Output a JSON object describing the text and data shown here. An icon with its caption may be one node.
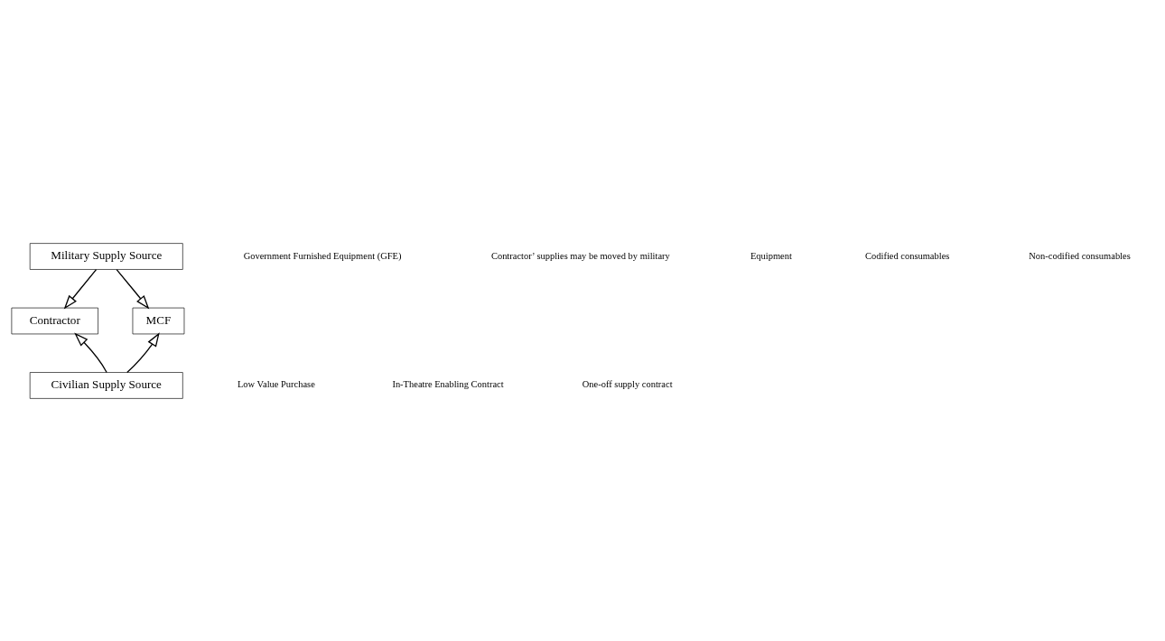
{
  "diagram": {
    "nodes": [
      {
        "text": [
          "Military Supply Source"
        ]
      },
      {
        "text": [
          "Contractor"
        ]
      },
      {
        "text": [
          "MCF"
        ]
      },
      {
        "text": [
          "Civilian Supply Source"
        ]
      }
    ],
    "edges": [
      {
        "from": 0,
        "to": 1,
        "arrow": "to"
      },
      {
        "from": 0,
        "to": 2,
        "arrow": "to"
      },
      {
        "from": 3,
        "to": 1,
        "arrow": "to"
      },
      {
        "from": 3,
        "to": 2,
        "arrow": "to"
      }
    ],
    "labels": [
      "Government Furnished Equipment (GFE)",
      "Contractor’ supplies may be moved by military",
      "Equipment",
      "Codified consumables",
      "Non-codified consumables",
      "Low Value Purchase",
      "In-Theatre Enabling Contract",
      "One-off supply contract"
    ]
  }
}
